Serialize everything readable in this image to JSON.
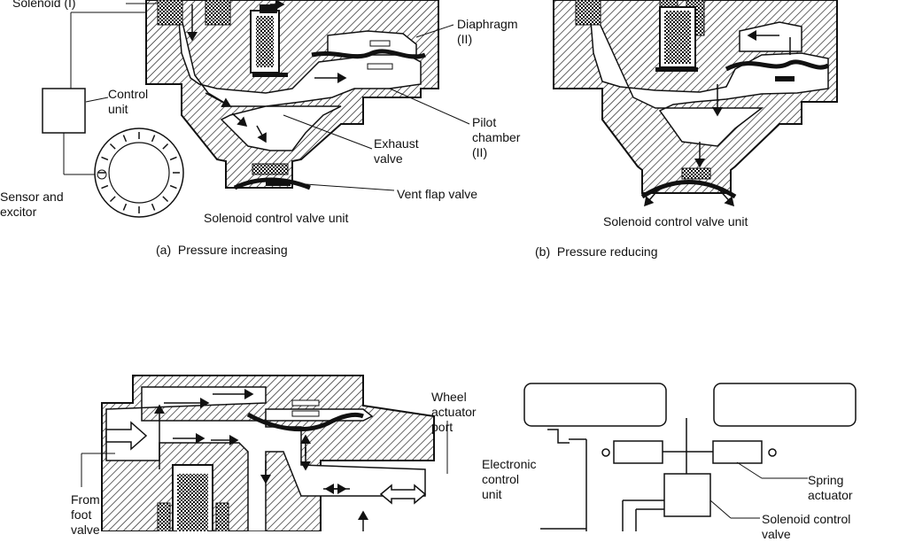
{
  "labels": {
    "solenoid_i": "Solenoid (I)",
    "diaphragm_ii": "Diaphragm\n(II)",
    "control_unit": "Control\nunit",
    "pilot_chamber_ii": "Pilot\nchamber\n(II)",
    "exhaust_valve": "Exhaust\nvalve",
    "vent_flap_valve": "Vent flap valve",
    "sensor_and_excitor": "Sensor and\nexcitor",
    "unit_a": "Solenoid control valve unit",
    "unit_b": "Solenoid control valve unit",
    "wheel_actuator_port": "Wheel\nactuator\nport",
    "electronic_control_unit": "Electronic\ncontrol\nunit",
    "from_foot_valve": "From\nfoot\nvalve",
    "spring_actuator": "Spring\nactuator",
    "solenoid_control_valve": "Solenoid control\nvalve"
  },
  "captions": {
    "a": "(a)  Pressure increasing",
    "b": "(b)  Pressure reducing"
  },
  "colors": {
    "ink": "#111111",
    "paper": "#ffffff"
  }
}
